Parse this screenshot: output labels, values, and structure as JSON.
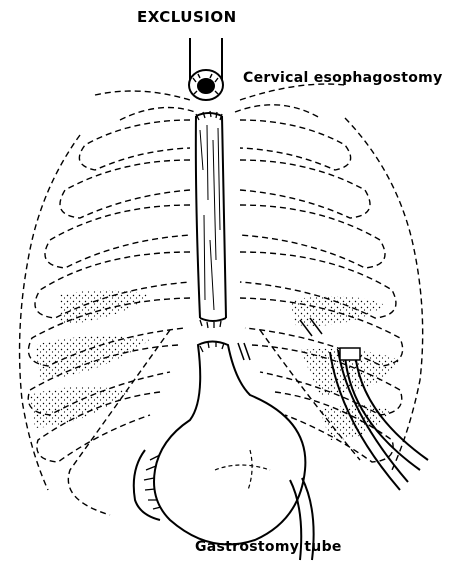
{
  "title": "EXCLUSION",
  "labels": {
    "cervical": "Cervical esophagostomy",
    "gastrostomy": "Gastrostomy tube"
  },
  "colors": {
    "ink": "#000000",
    "background": "#ffffff"
  }
}
